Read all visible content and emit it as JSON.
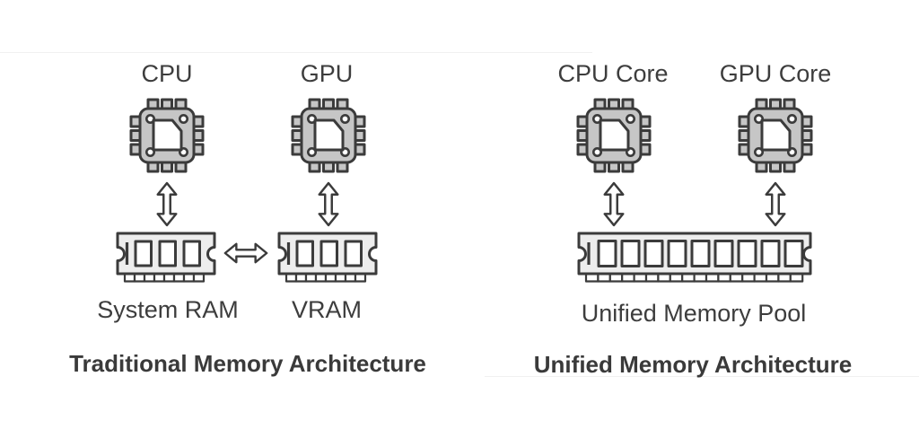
{
  "diagram": {
    "left_panel": {
      "title": "Traditional Memory Architecture",
      "cpu_label": "CPU",
      "gpu_label": "GPU",
      "system_ram_label": "System RAM",
      "vram_label": "VRAM"
    },
    "right_panel": {
      "title": "Unified Memory Architecture",
      "cpu_label": "CPU Core",
      "gpu_label": "GPU Core",
      "memory_label": "Unified Memory Pool"
    },
    "icons": [
      "cpu-chip-icon",
      "gpu-chip-icon",
      "ram-module-icon",
      "unified-ram-module-icon",
      "vertical-double-arrow-icon",
      "horizontal-double-arrow-icon"
    ],
    "colors": {
      "background": "#ffffff",
      "outline": "#3b3b3b",
      "chip_fill": "#c6c6c6",
      "ram_fill": "#ededed",
      "die_fill": "#ffffff",
      "label_text": "#3d3d3d",
      "title_text": "#3a3a3a",
      "card_edge": "#f1f1f1"
    }
  }
}
